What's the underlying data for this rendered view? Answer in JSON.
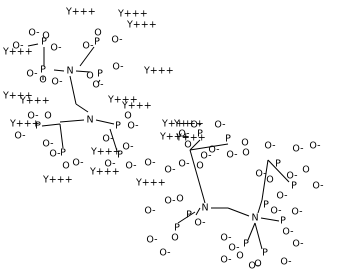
{
  "compound": {
    "ion_label": "Y+++",
    "phosphorus": "P",
    "nitrogen": "N",
    "oxo": "O",
    "oxide": "O-"
  },
  "colors": {
    "ink": "#000000",
    "background": "#ffffff"
  }
}
